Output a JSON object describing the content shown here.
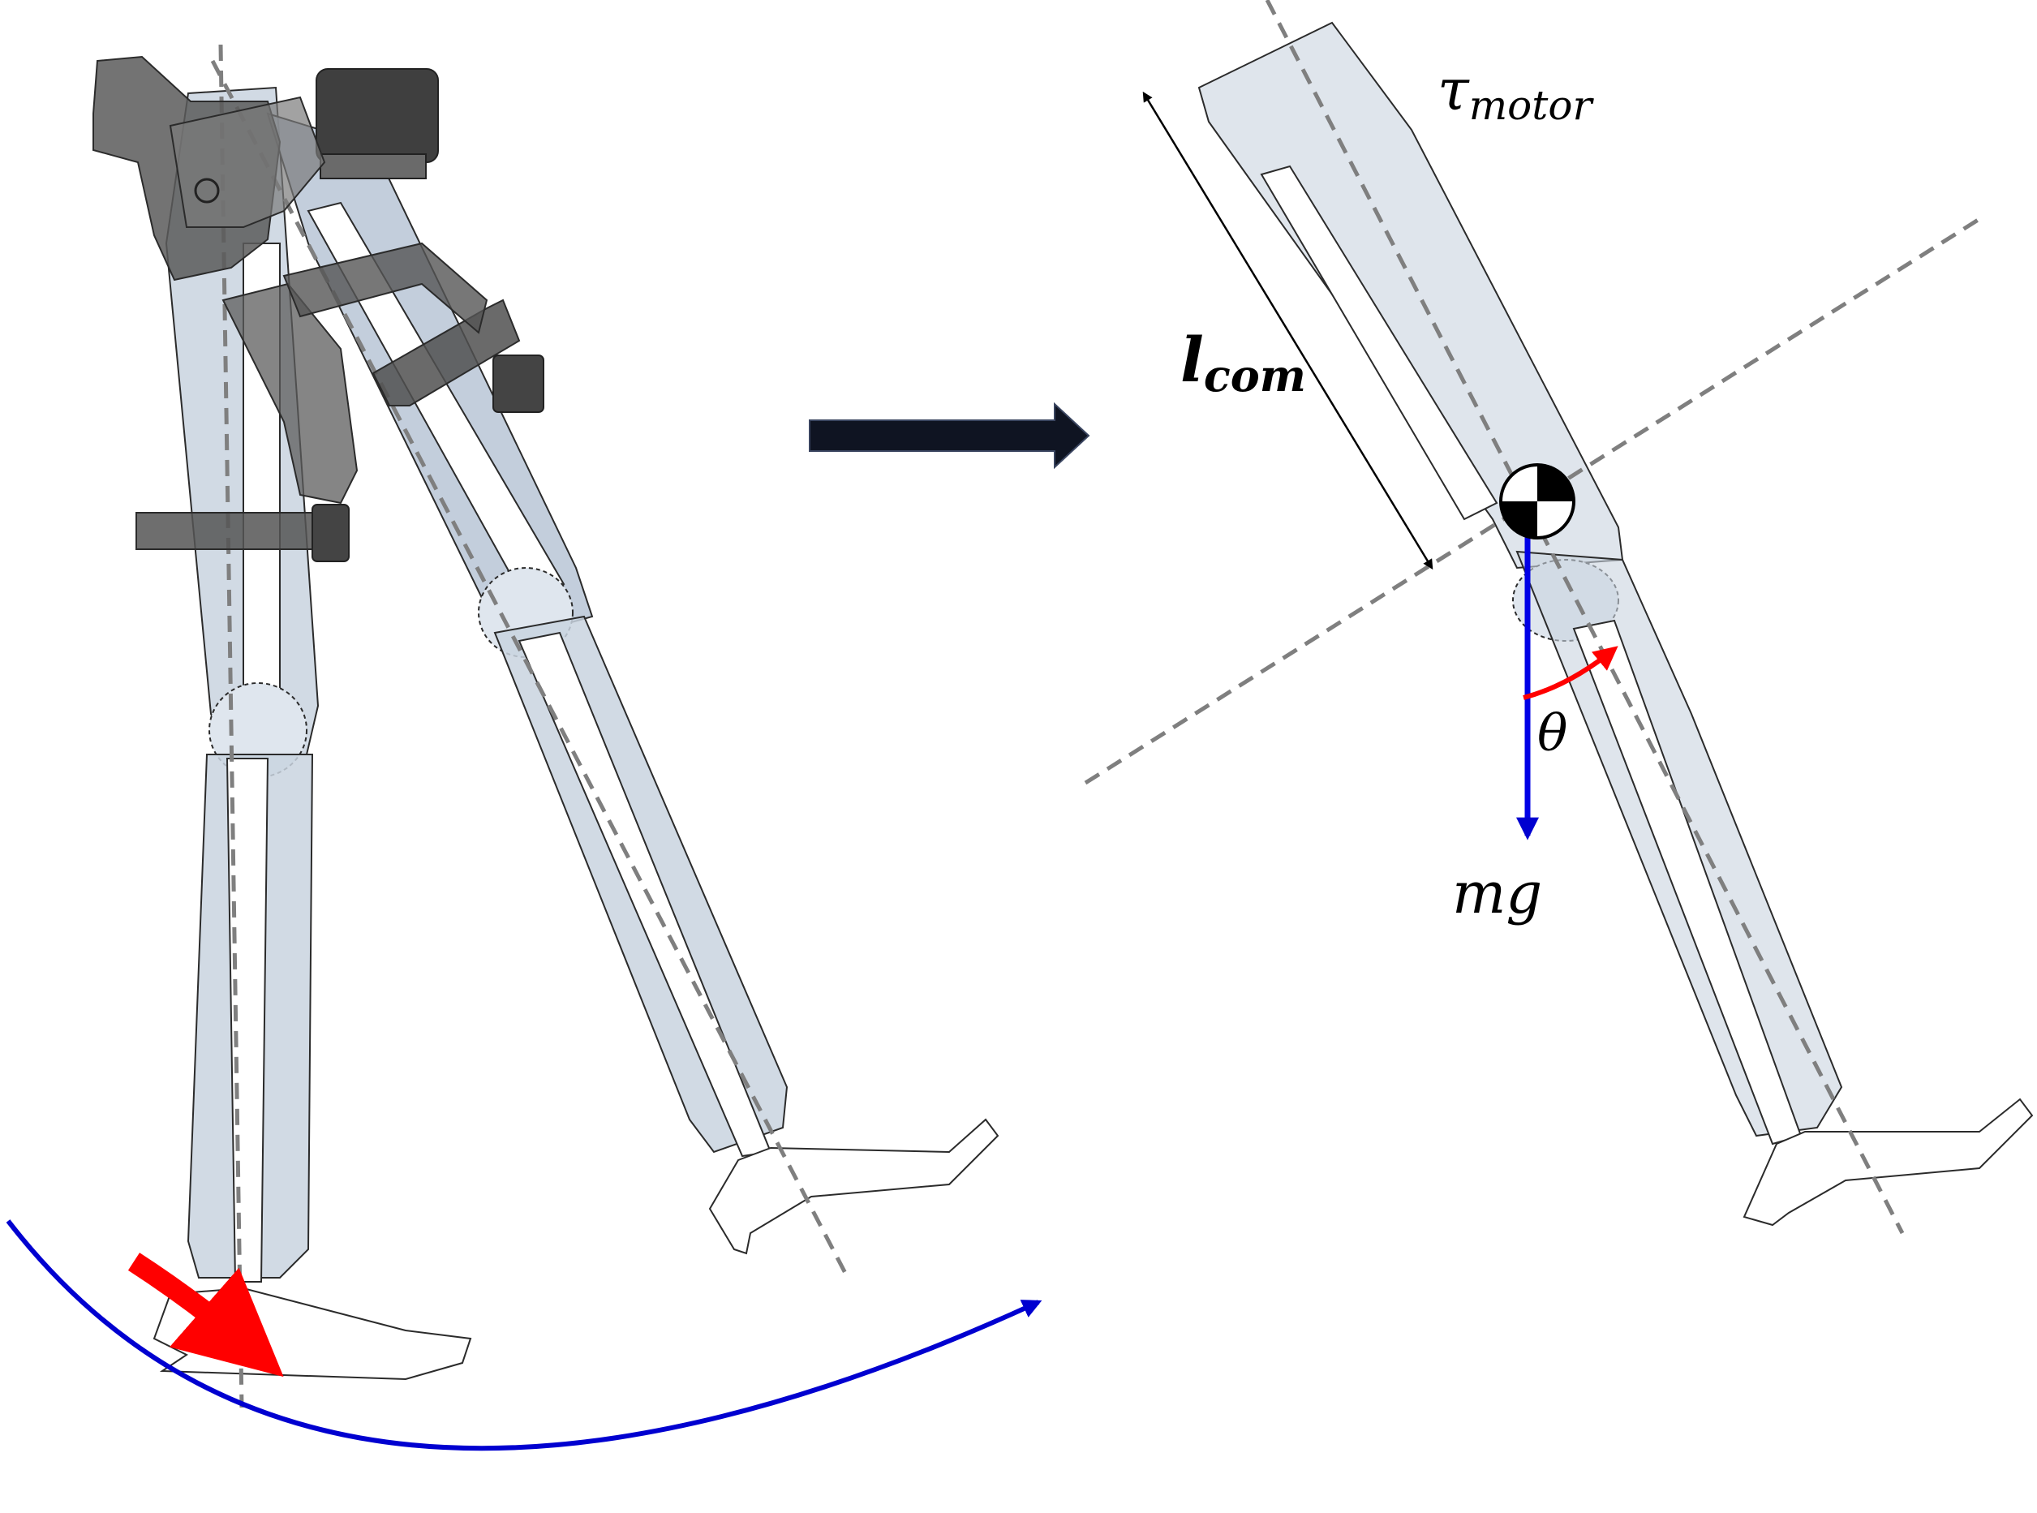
{
  "labels": {
    "tau_main": "τ",
    "tau_sub": "motor",
    "l_main": "l",
    "l_sub": "com",
    "theta": "θ",
    "mg": "mg"
  },
  "colors": {
    "shell_fill": "#c9d3df",
    "shell_stroke": "#2b2b2b",
    "axis_dash": "#7f7f7f",
    "gravity_arrow": "#0000e6",
    "swing_arc": "#0000d0",
    "torque_arrow": "#ff0000",
    "angle_arc": "#ff0000",
    "transition_arrow": "#0f1422",
    "device_dark": "#4a4a4a"
  },
  "icons": {
    "com_marker": "center-of-mass-icon",
    "transition": "right-arrow-icon"
  }
}
